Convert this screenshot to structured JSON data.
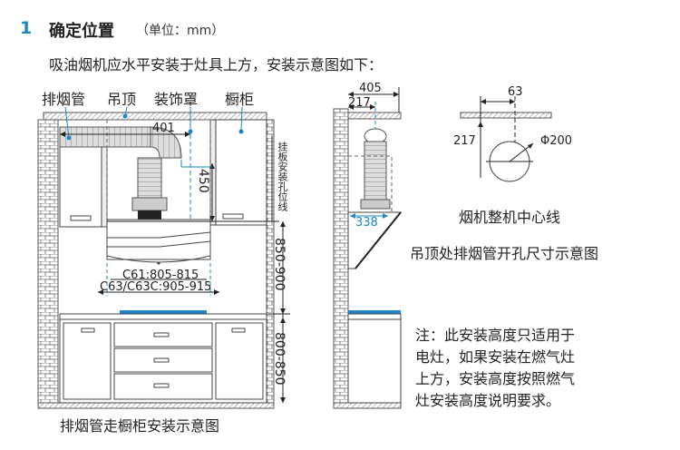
{
  "header": {
    "step_number": "1",
    "title": "确定位置",
    "unit": "（单位：mm）",
    "intro": "吸油烟机应水平安装于灶具上方，安装示意图如下："
  },
  "left_diagram": {
    "labels": {
      "exhaust_pipe": "排烟管",
      "ceiling": "吊顶",
      "decor_cover": "装饰罩",
      "cabinet": "橱柜"
    },
    "dim_401": "401",
    "dim_450": "450",
    "vertical_text": "挂板安装孔位线",
    "dim_850_900": "850-900",
    "dim_800_850": "800-850",
    "model_line_1": "C61:805-815",
    "model_line_2": "C63/C63C:905-915",
    "caption": "排烟管走橱柜安装示意图"
  },
  "side_diagram": {
    "dim_405": "405",
    "dim_217": "217",
    "dim_338": "338"
  },
  "hole_diagram": {
    "dim_63": "63",
    "dim_217": "217",
    "dim_diameter": "Φ200",
    "center_line_label": "烟机整机中心线",
    "caption": "吊顶处排烟管开孔尺寸示意图"
  },
  "note": {
    "lines": [
      "注：此安装高度只适用于",
      "电灶，如果安装在燃气灶",
      "上方，安装高度按照燃气",
      "灶安装高度说明要求。"
    ]
  },
  "colors": {
    "accent": "#1f86c6",
    "line": "#444444",
    "wall": "#555555"
  }
}
